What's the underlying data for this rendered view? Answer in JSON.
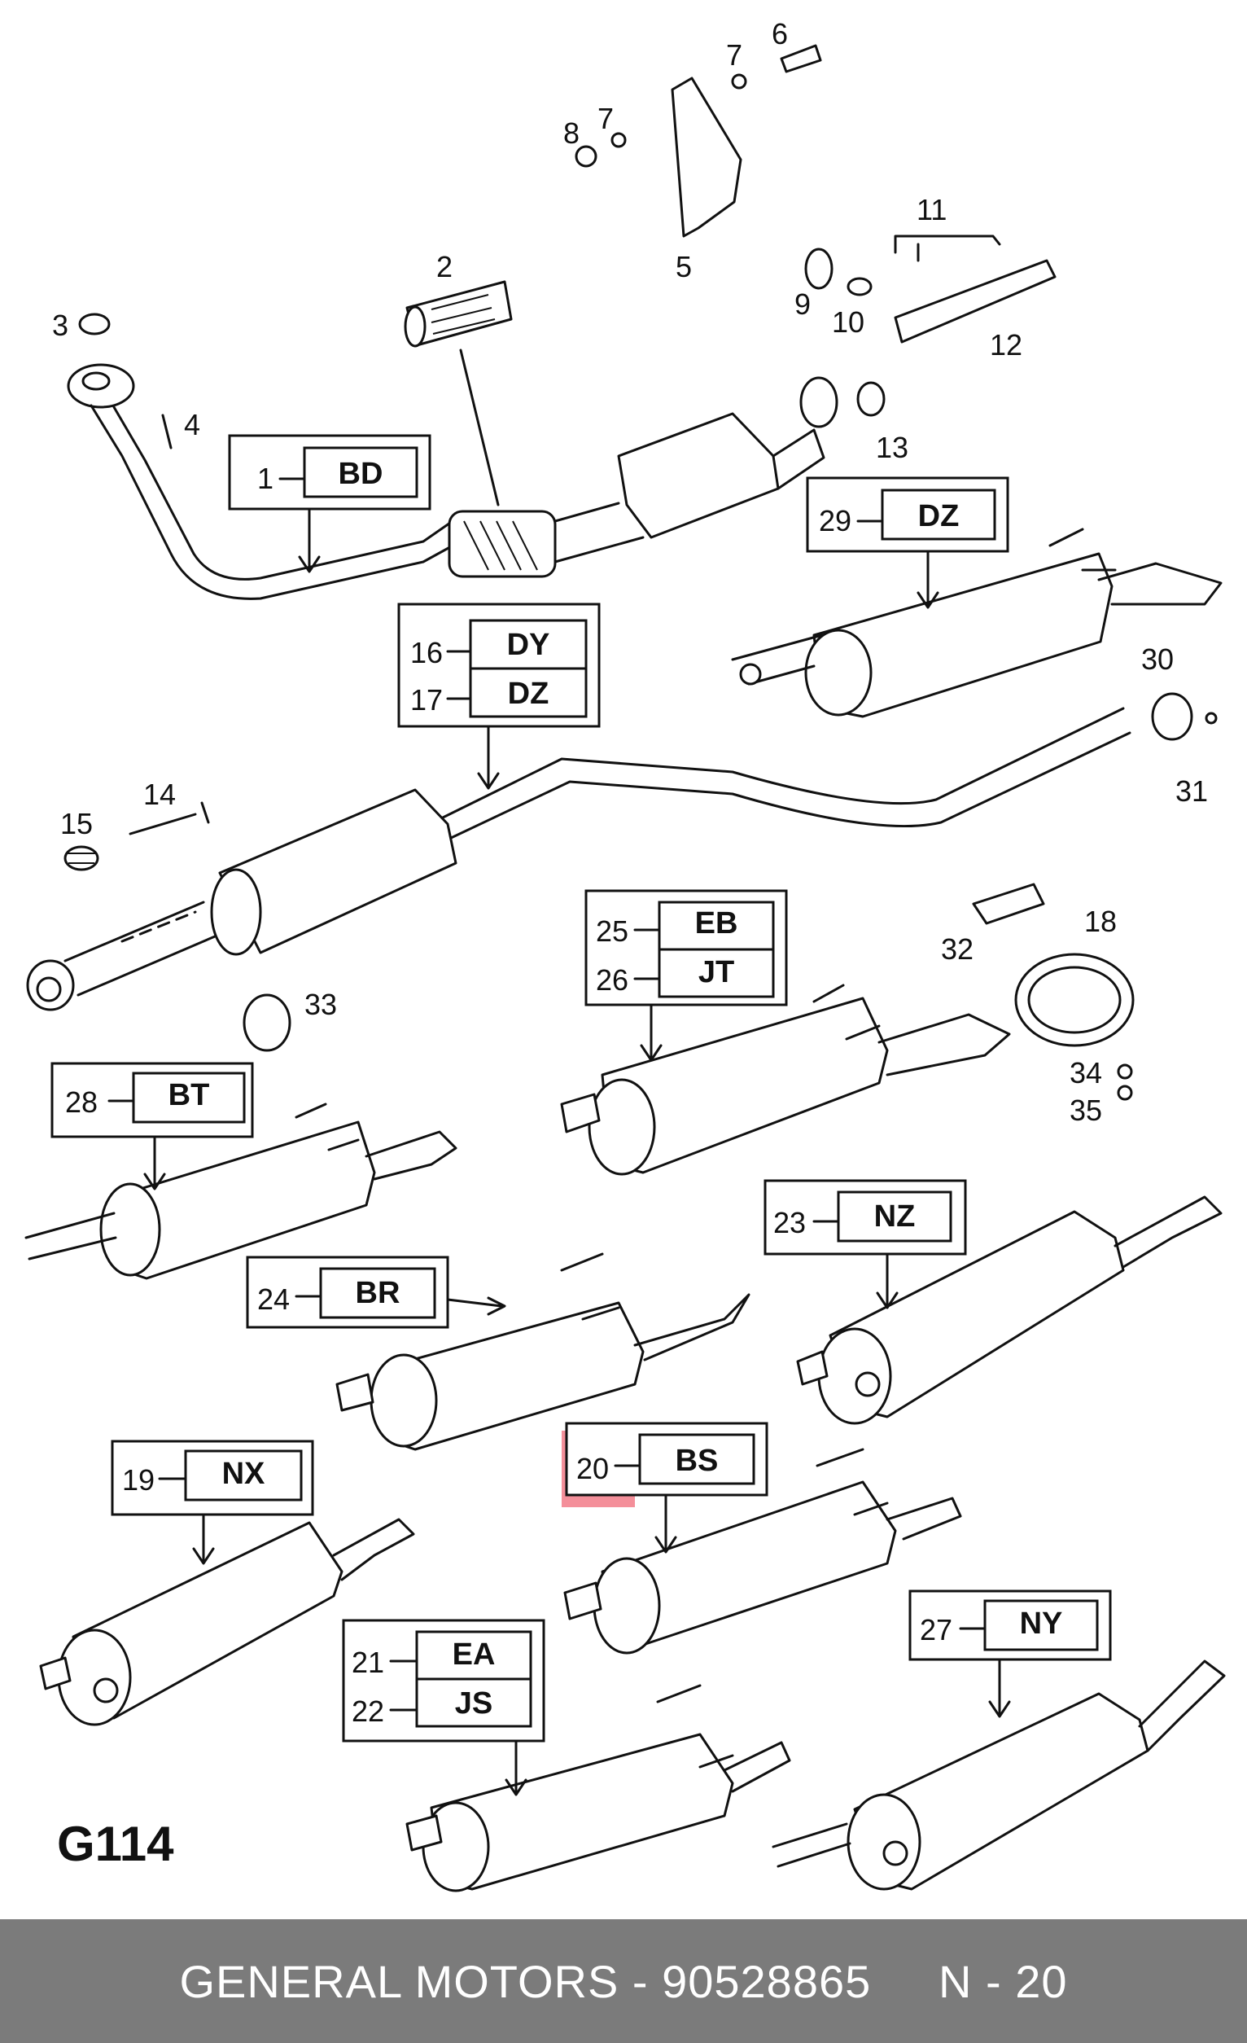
{
  "diagram": {
    "id_label": "G114",
    "highlight_color": "#f06a78",
    "part_numbers": [
      "2",
      "3",
      "4",
      "5",
      "6",
      "7",
      "7",
      "8",
      "9",
      "10",
      "11",
      "12",
      "13",
      "14",
      "15",
      "18",
      "30",
      "31",
      "32",
      "33",
      "34",
      "35"
    ],
    "boxes": [
      {
        "rows": [
          {
            "num": "1",
            "code": "BD"
          }
        ]
      },
      {
        "rows": [
          {
            "num": "29",
            "code": "DZ"
          }
        ]
      },
      {
        "rows": [
          {
            "num": "16",
            "code": "DY"
          },
          {
            "num": "17",
            "code": "DZ"
          }
        ]
      },
      {
        "rows": [
          {
            "num": "25",
            "code": "EB"
          },
          {
            "num": "26",
            "code": "JT"
          }
        ]
      },
      {
        "rows": [
          {
            "num": "28",
            "code": "BT"
          }
        ]
      },
      {
        "rows": [
          {
            "num": "23",
            "code": "NZ"
          }
        ]
      },
      {
        "rows": [
          {
            "num": "24",
            "code": "BR"
          }
        ]
      },
      {
        "rows": [
          {
            "num": "19",
            "code": "NX"
          }
        ]
      },
      {
        "rows": [
          {
            "num": "20",
            "code": "BS"
          }
        ]
      },
      {
        "rows": [
          {
            "num": "21",
            "code": "EA"
          },
          {
            "num": "22",
            "code": "JS"
          }
        ]
      },
      {
        "rows": [
          {
            "num": "27",
            "code": "NY"
          }
        ]
      }
    ]
  },
  "footer": {
    "brand": "GENERAL MOTORS",
    "separator": " - ",
    "part_number": "90528865",
    "position": "N - 20"
  }
}
